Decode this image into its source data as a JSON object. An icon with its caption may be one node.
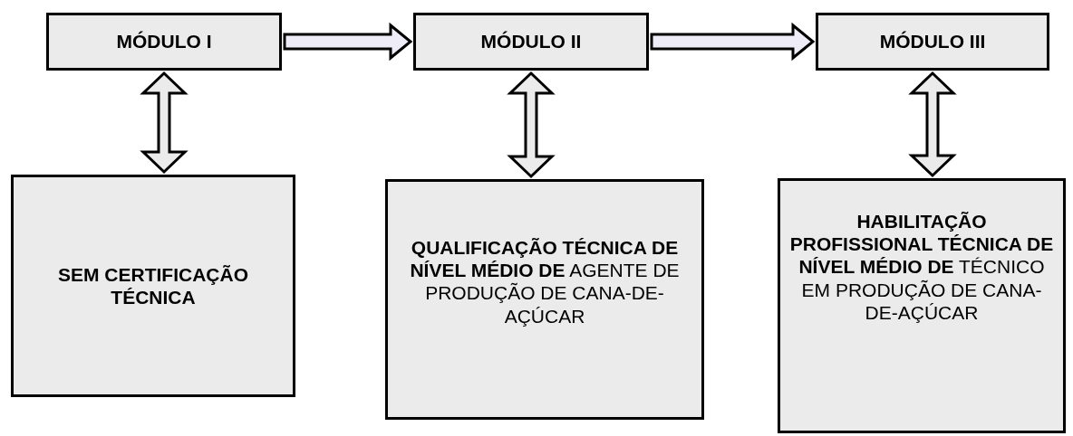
{
  "diagram": {
    "nodes": [
      {
        "text": [
          "MÓDULO I"
        ]
      },
      {
        "text": [
          "MÓDULO II"
        ]
      },
      {
        "text": [
          "MÓDULO III"
        ]
      },
      {
        "text": [
          "SEM CERTIFICAÇÃO TÉCNICA"
        ]
      },
      {
        "text": [
          "**QUALIFICAÇÃO TÉCNICA DE NÍVEL MÉDIO DE** AGENTE DE PRODUÇÃO DE CANA-DE-AÇÚCAR"
        ]
      },
      {
        "text": [
          "**HABILITAÇÃO PROFISSIONAL TÉCNICA DE NÍVEL MÉDIO DE** TÉCNICO EM PRODUÇÃO DE CANA-DE-AÇÚCAR"
        ]
      }
    ],
    "edges": [
      {
        "from": 0,
        "to": 1,
        "arrow": "to"
      },
      {
        "from": 1,
        "to": 2,
        "arrow": "to"
      },
      {
        "from": 0,
        "to": 3,
        "arrow": "both"
      },
      {
        "from": 1,
        "to": 4,
        "arrow": "both"
      },
      {
        "from": 2,
        "to": 5,
        "arrow": "both"
      }
    ]
  }
}
